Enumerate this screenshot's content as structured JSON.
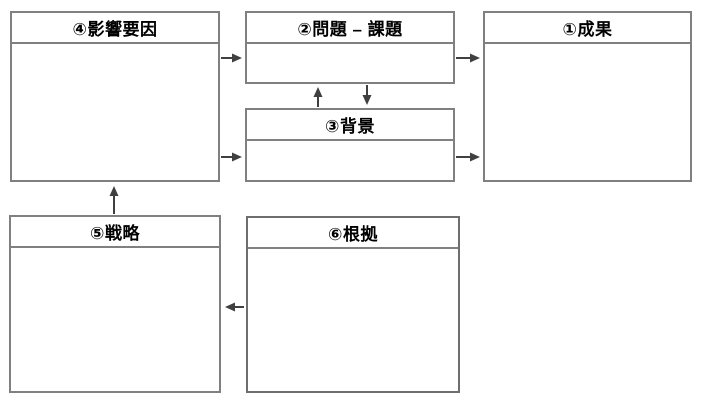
{
  "diagram": {
    "title": "logic-model-diagram",
    "colors": {
      "box_border": "#808080",
      "arrow": "#404040",
      "text": "#000000",
      "background": "#ffffff"
    },
    "boxes": {
      "outcome": {
        "label": "①成果"
      },
      "problem": {
        "label": "②問題 – 課題"
      },
      "background": {
        "label": "③背景"
      },
      "factors": {
        "label": "④影響要因"
      },
      "strategy": {
        "label": "⑤戦略"
      },
      "evidence": {
        "label": "⑥根拠"
      }
    },
    "edges": [
      {
        "from": "factors",
        "to": "problem",
        "direction": "right"
      },
      {
        "from": "factors",
        "to": "background",
        "direction": "right"
      },
      {
        "from": "problem",
        "to": "outcome",
        "direction": "right"
      },
      {
        "from": "background",
        "to": "outcome",
        "direction": "right"
      },
      {
        "from": "background",
        "to": "problem",
        "direction": "up"
      },
      {
        "from": "problem",
        "to": "background",
        "direction": "down"
      },
      {
        "from": "strategy",
        "to": "factors",
        "direction": "up"
      },
      {
        "from": "evidence",
        "to": "strategy",
        "direction": "left"
      }
    ]
  }
}
